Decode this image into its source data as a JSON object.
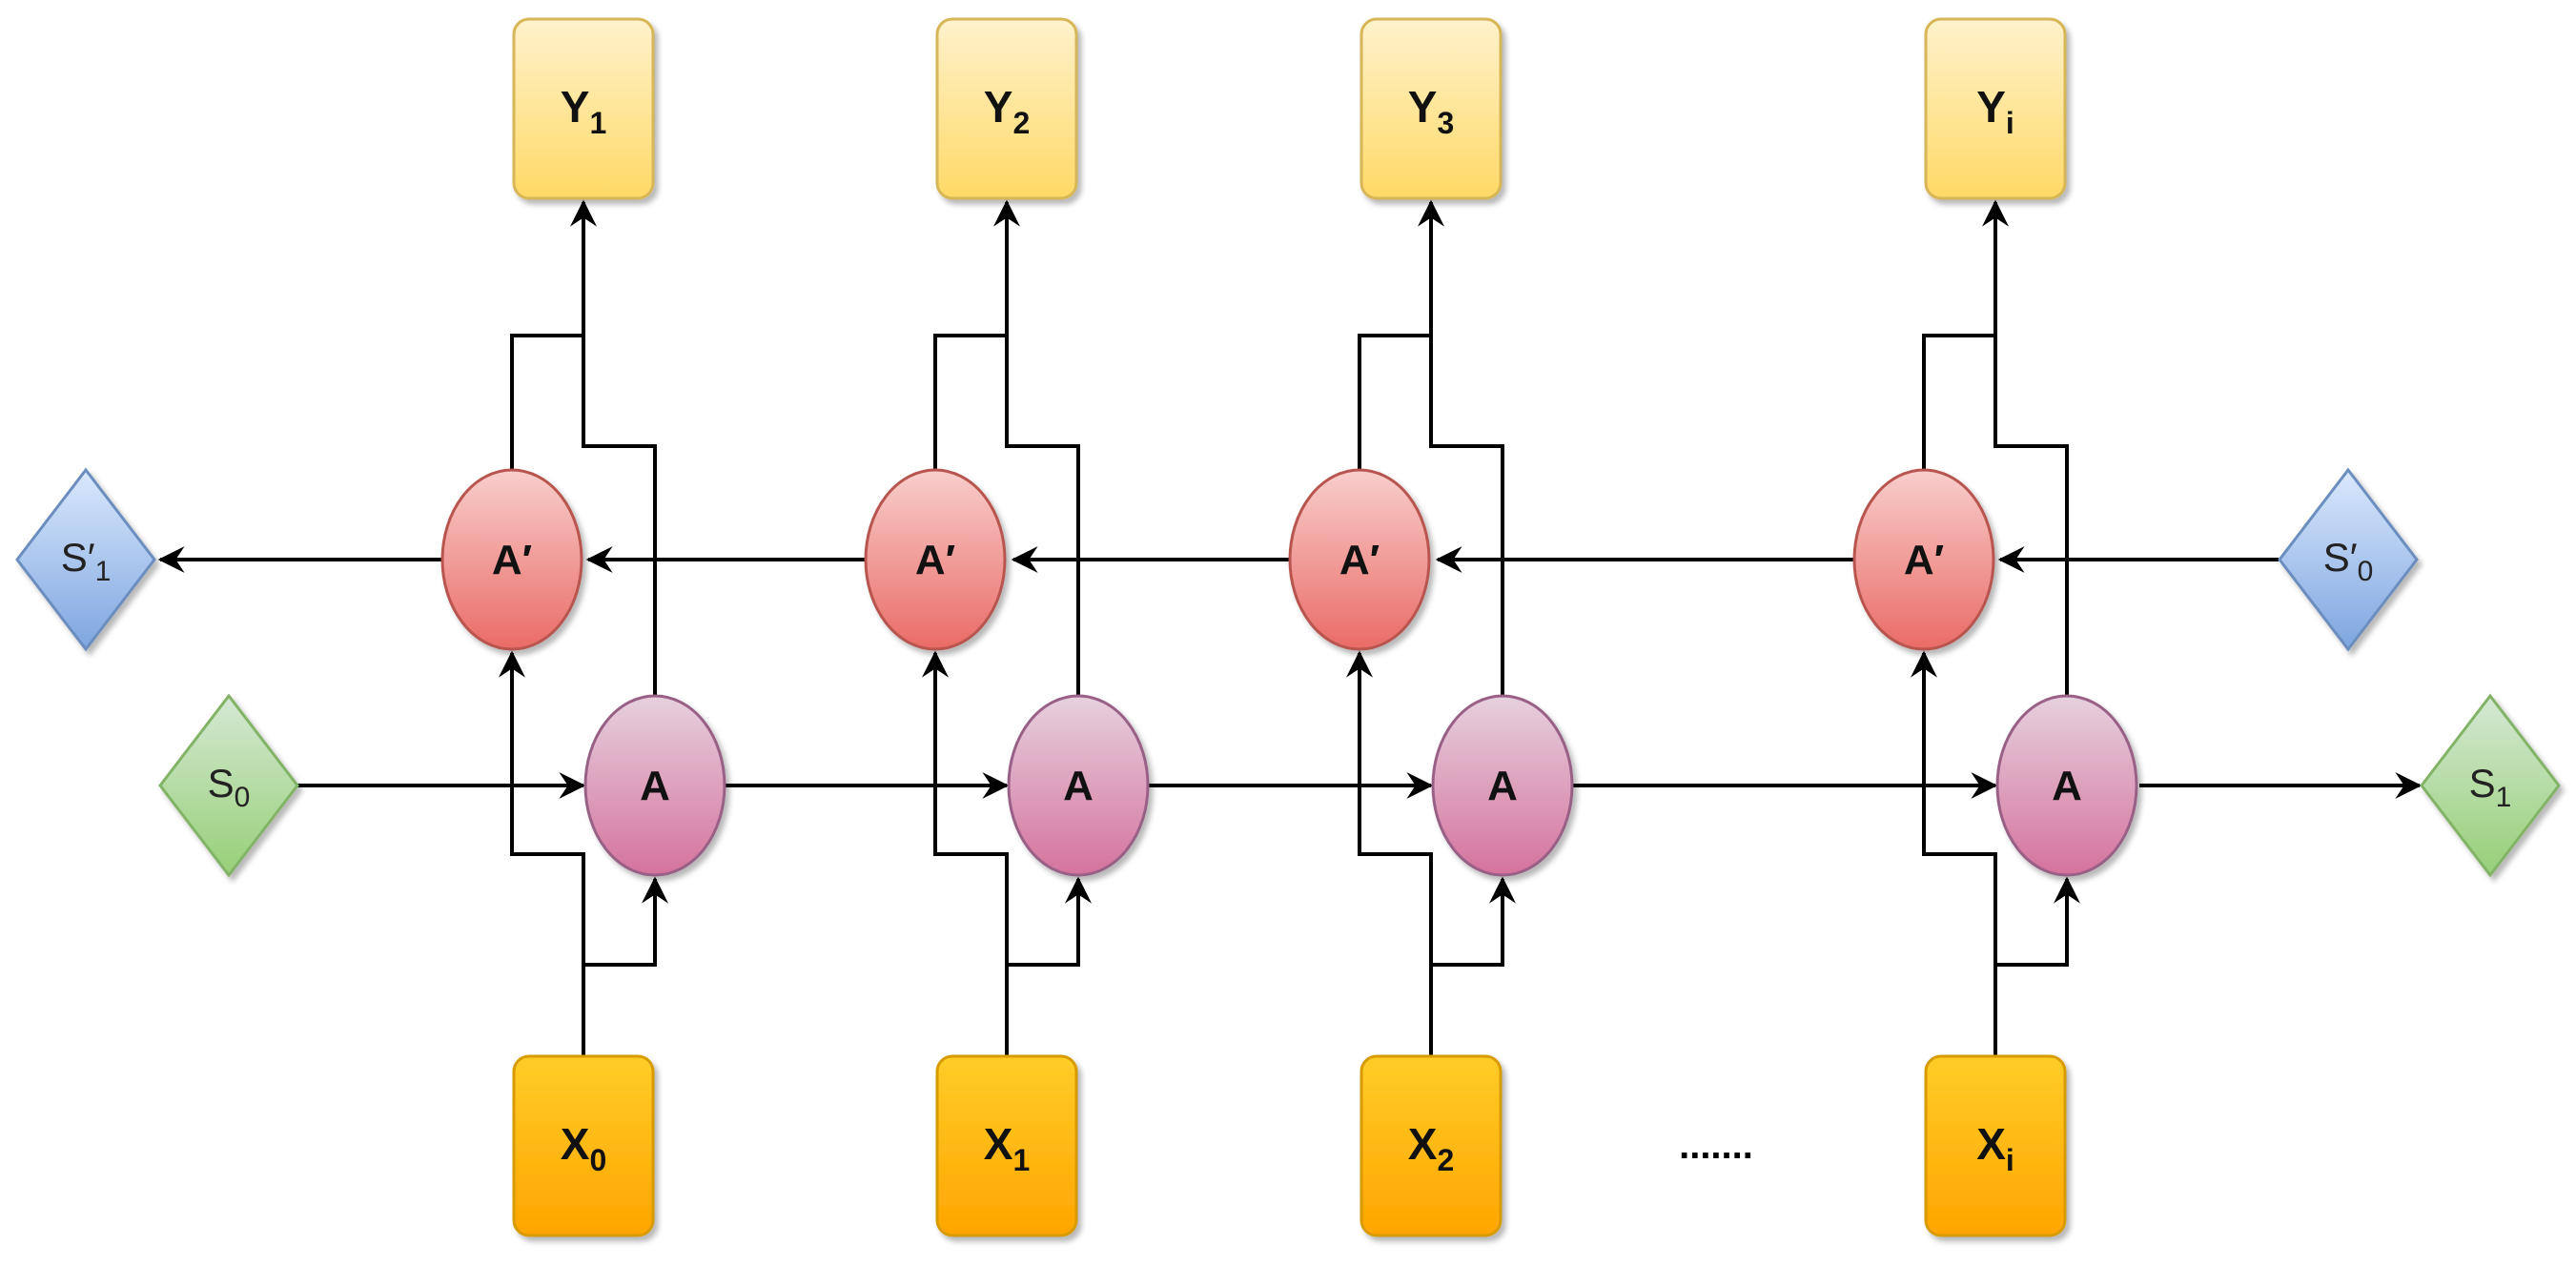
{
  "outputs": [
    {
      "base": "Y",
      "sub": "1"
    },
    {
      "base": "Y",
      "sub": "2"
    },
    {
      "base": "Y",
      "sub": "3"
    },
    {
      "base": "Y",
      "sub": "i"
    }
  ],
  "inputs": [
    {
      "base": "X",
      "sub": "0"
    },
    {
      "base": "X",
      "sub": "1"
    },
    {
      "base": "X",
      "sub": "2"
    },
    {
      "base": "X",
      "sub": "i"
    }
  ],
  "forward_cell_label": "A",
  "backward_cell_label": "A′",
  "forward_state_start": {
    "base": "S",
    "sub": "0"
  },
  "forward_state_end": {
    "base": "S",
    "sub": "1"
  },
  "backward_state_start": {
    "base": "S′",
    "sub": "0"
  },
  "backward_state_end": {
    "base": "S′",
    "sub": "1"
  },
  "ellipsis": ".......",
  "colors": {
    "output_fill": "#ffe599",
    "input_fill": "#ffb300",
    "forward_cell_fill": "#d882ad",
    "backward_cell_fill": "#ea6b66",
    "forward_state_fill": "#a9d18e",
    "backward_state_fill": "#8db4e2"
  }
}
